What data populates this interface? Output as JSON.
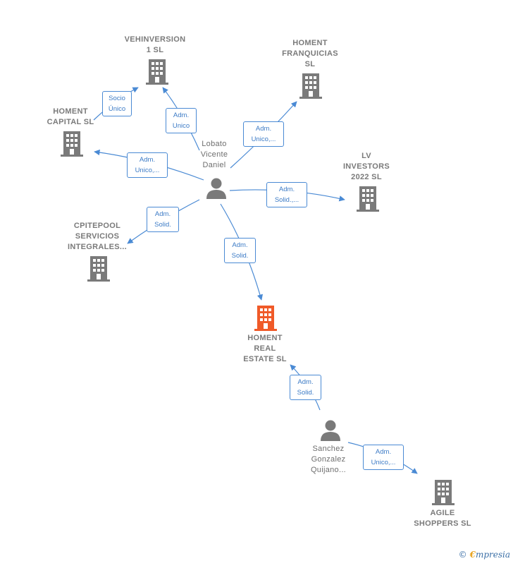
{
  "companies": {
    "vehinversion": [
      "VEHINVERSION",
      "1  SL"
    ],
    "homent_franquicias": [
      "HOMENT",
      "FRANQUICIAS",
      "SL"
    ],
    "homent_capital": [
      "HOMENT",
      "CAPITAL  SL"
    ],
    "lv_investors": [
      "LV",
      "INVESTORS",
      "2022  SL"
    ],
    "cpitepool": [
      "CPITEPOOL",
      "SERVICIOS",
      "INTEGRALES..."
    ],
    "homent_real_estate": [
      "HOMENT",
      "REAL",
      "ESTATE  SL"
    ],
    "agile_shoppers": [
      "AGILE",
      "SHOPPERS  SL"
    ]
  },
  "persons": {
    "lobato": [
      "Lobato",
      "Vicente",
      "Daniel"
    ],
    "sanchez": [
      "Sanchez",
      "Gonzalez",
      "Quijano..."
    ]
  },
  "edges": {
    "socio_unico": [
      "Socio",
      "Único"
    ],
    "lobato_vehinversion": [
      "Adm.",
      "Unico"
    ],
    "lobato_franquicias": [
      "Adm.",
      "Unico,..."
    ],
    "lobato_capital": [
      "Adm.",
      "Unico,..."
    ],
    "lobato_lv": [
      "Adm.",
      "Solid.,..."
    ],
    "lobato_cpitepool": [
      "Adm.",
      "Solid."
    ],
    "lobato_real_estate": [
      "Adm.",
      "Solid."
    ],
    "sanchez_real_estate": [
      "Adm.",
      "Solid."
    ],
    "sanchez_agile": [
      "Adm.",
      "Unico,..."
    ]
  },
  "colors": {
    "company_icon": "#7a7a7a",
    "main_company_icon": "#f05a28",
    "edge": "#4a8ad4",
    "person_icon": "#7a7a7a"
  },
  "footer": {
    "copyright": "©",
    "brand_first": "€",
    "brand_rest": "mpresia"
  }
}
